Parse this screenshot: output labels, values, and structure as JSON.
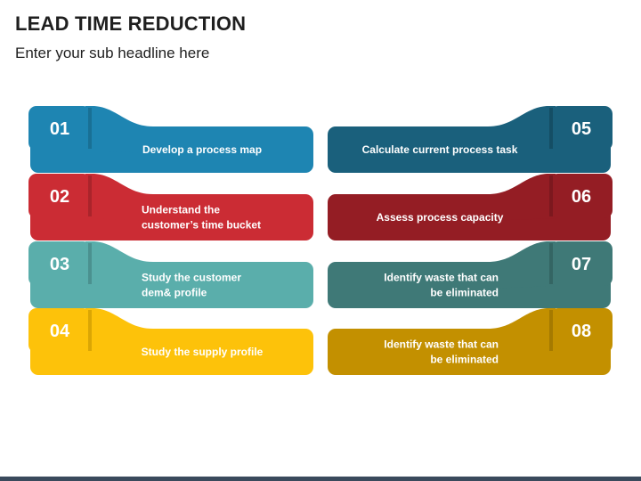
{
  "header": {
    "title": "LEAD TIME REDUCTION",
    "subtitle": "Enter your sub headline here"
  },
  "steps": [
    {
      "number": "01",
      "lines": [
        "Develop a process map"
      ],
      "color": "#1e85b2",
      "shade": "#155e7e"
    },
    {
      "number": "02",
      "lines": [
        "Understand the",
        "customer’s time bucket"
      ],
      "color": "#cb2c34",
      "shade": "#8f1f25"
    },
    {
      "number": "03",
      "lines": [
        "Study the customer",
        "dem& profile"
      ],
      "color": "#5aaeab",
      "shade": "#3f7a78"
    },
    {
      "number": "04",
      "lines": [
        "Study the supply profile"
      ],
      "color": "#fdc20a",
      "shade": "#bf8f00"
    },
    {
      "number": "05",
      "lines": [
        "Calculate current process task"
      ],
      "color": "#1a607c",
      "shade": "#113f52"
    },
    {
      "number": "06",
      "lines": [
        "Assess process capacity"
      ],
      "color": "#941d24",
      "shade": "#681419"
    },
    {
      "number": "07",
      "lines": [
        "Identify waste that can",
        "be eliminated"
      ],
      "color": "#3f7977",
      "shade": "#2b5553"
    },
    {
      "number": "08",
      "lines": [
        "Identify waste that can",
        "be eliminated"
      ],
      "color": "#c39000",
      "shade": "#8c6800"
    }
  ]
}
